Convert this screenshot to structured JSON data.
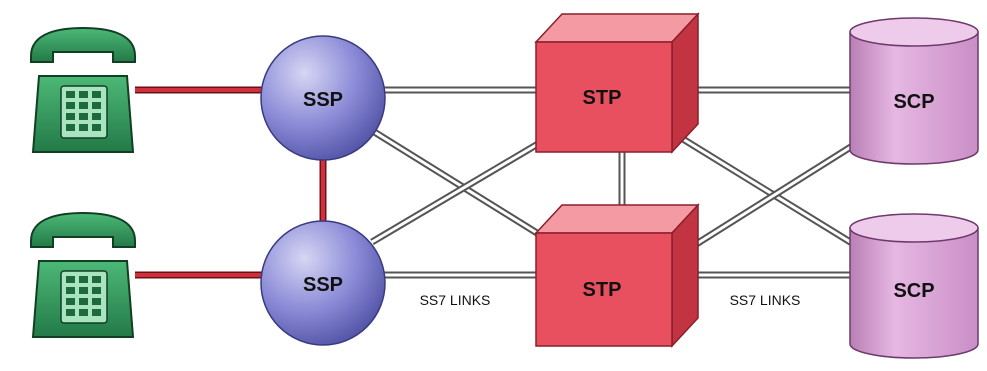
{
  "diagram": {
    "nodes": {
      "ssp_top": {
        "label": "SSP"
      },
      "ssp_bottom": {
        "label": "SSP"
      },
      "stp_top": {
        "label": "STP"
      },
      "stp_bottom": {
        "label": "STP"
      },
      "scp_top": {
        "label": "SCP"
      },
      "scp_bottom": {
        "label": "SCP"
      }
    },
    "link_labels": {
      "left": "SS7 LINKS",
      "right": "SS7 LINKS"
    },
    "colors": {
      "phone": "#2f9a5c",
      "phone_dark": "#1e6e40",
      "ssp": "#6e6ec8",
      "stp": "#e8505f",
      "scp": "#d8a0d4",
      "voice_line": "#d0303a",
      "ss7_line": "#c8c8c8"
    }
  }
}
